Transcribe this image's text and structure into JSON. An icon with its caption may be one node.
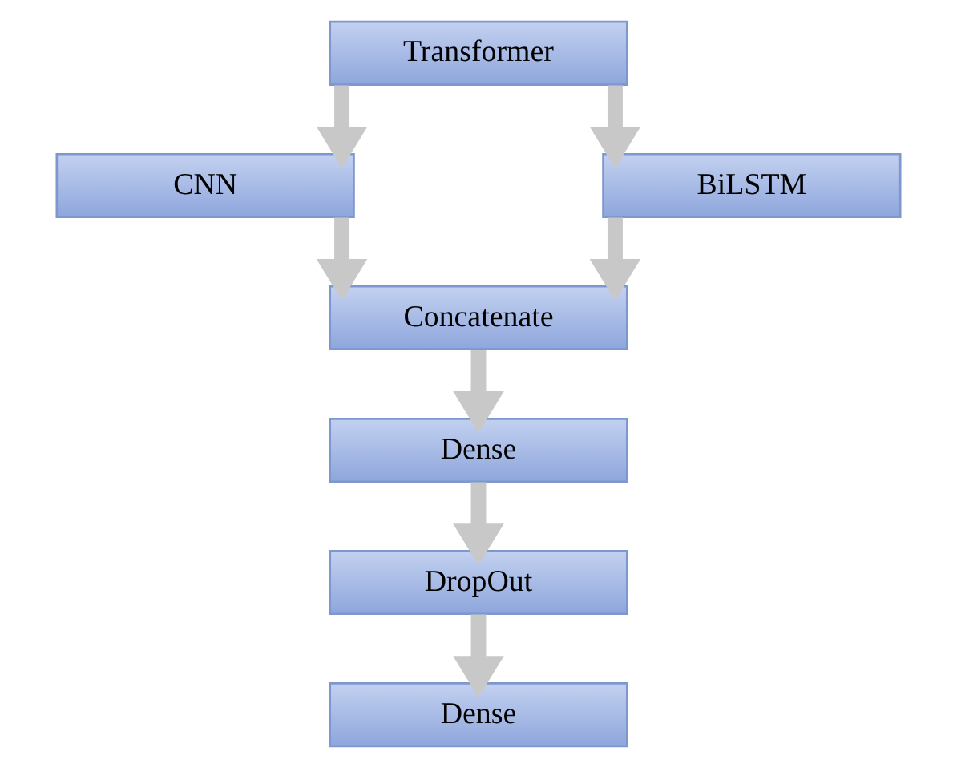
{
  "diagram": {
    "nodes": [
      {
        "text": [
          "Transformer"
        ]
      },
      {
        "text": [
          "CNN"
        ]
      },
      {
        "text": [
          "BiLSTM"
        ]
      },
      {
        "text": [
          "Concatenate"
        ]
      },
      {
        "text": [
          "Dense"
        ]
      },
      {
        "text": [
          "DropOut"
        ]
      },
      {
        "text": [
          "Dense"
        ]
      }
    ],
    "edges": [
      {
        "from": 0,
        "to": 1,
        "arrow": "to"
      },
      {
        "from": 0,
        "to": 2,
        "arrow": "to"
      },
      {
        "from": 1,
        "to": 3,
        "arrow": "to"
      },
      {
        "from": 2,
        "to": 3,
        "arrow": "to"
      },
      {
        "from": 3,
        "to": 4,
        "arrow": "to"
      },
      {
        "from": 4,
        "to": 5,
        "arrow": "to"
      },
      {
        "from": 5,
        "to": 6,
        "arrow": "to"
      }
    ]
  }
}
